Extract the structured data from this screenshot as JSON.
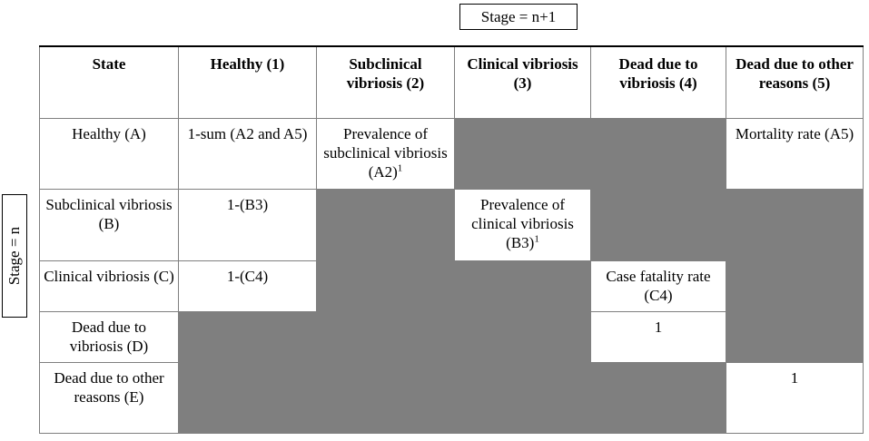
{
  "stage_next": "Stage = n+1",
  "stage_current": "Stage = n",
  "headers": [
    "State",
    "Healthy (1)",
    "Subclinical vibriosis (2)",
    "Clinical vibriosis (3)",
    "Dead due to vibriosis (4)",
    "Dead due to other reasons (5)"
  ],
  "rows": [
    {
      "state": "Healthy (A)",
      "cells": [
        "1-sum (A2 and A5)",
        "Prevalence of subclinical vibriosis (A2)",
        null,
        null,
        "Mortality rate (A5)"
      ]
    },
    {
      "state": "Subclinical vibriosis (B)",
      "cells": [
        "1-(B3)",
        null,
        "Prevalence of clinical vibriosis (B3)",
        null,
        null
      ]
    },
    {
      "state": "Clinical vibriosis (C)",
      "cells": [
        "1-(C4)",
        null,
        null,
        "Case fatality rate (C4)",
        null
      ]
    },
    {
      "state": "Dead due to vibriosis (D)",
      "cells": [
        null,
        null,
        null,
        "1",
        null
      ]
    },
    {
      "state": "Dead due to other reasons (E)",
      "cells": [
        null,
        null,
        null,
        null,
        "1"
      ]
    }
  ],
  "superscript": "1",
  "colors": {
    "shaded": "#7f7f7f",
    "border": "#7f7f7f"
  }
}
